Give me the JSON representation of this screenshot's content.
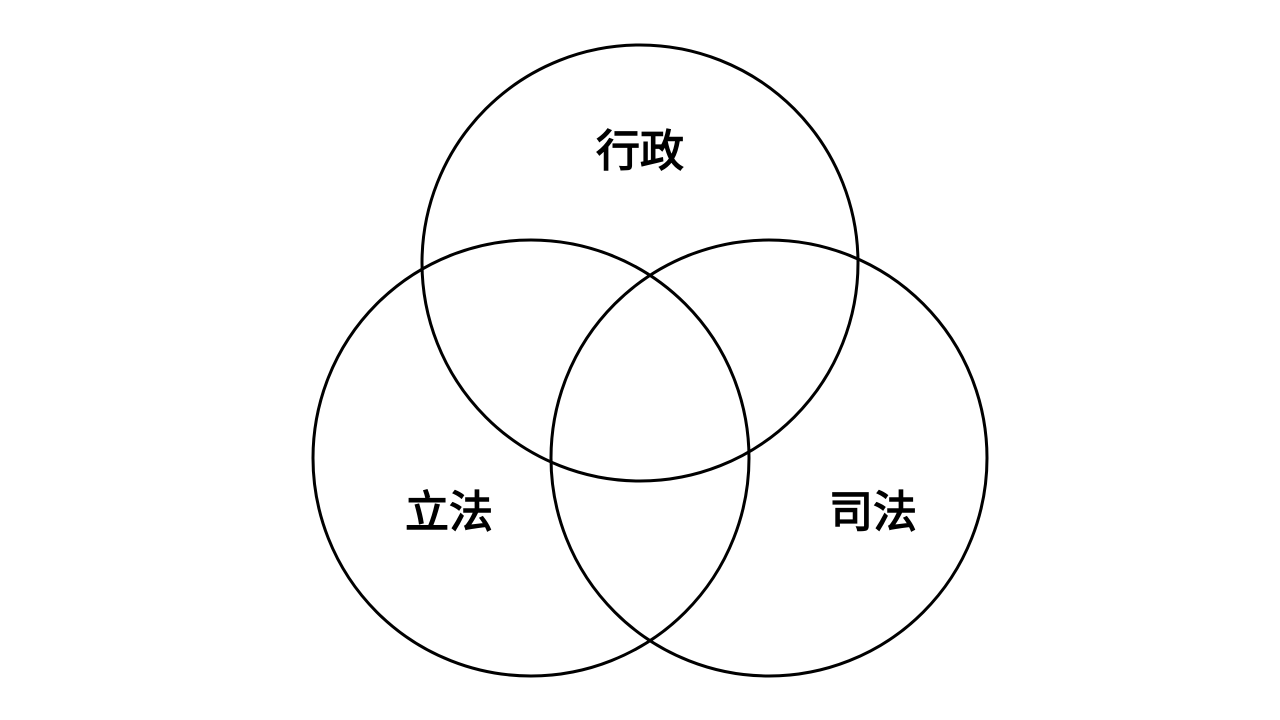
{
  "diagram": {
    "type": "venn",
    "sets": [
      {
        "id": "executive",
        "label": "行政"
      },
      {
        "id": "legislative",
        "label": "立法"
      },
      {
        "id": "judicial",
        "label": "司法"
      }
    ],
    "colors": {
      "stroke": "#000000",
      "background": "#ffffff",
      "text": "#000000"
    }
  }
}
